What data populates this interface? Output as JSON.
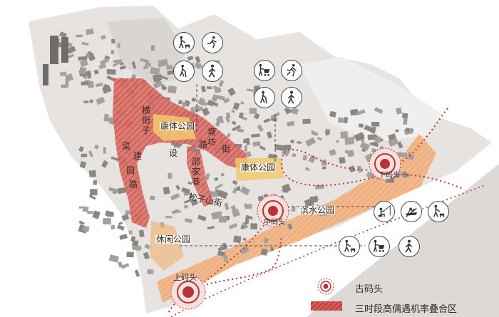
{
  "labels": {
    "kangti_park_1": "康体公园",
    "kangti_park_2": "康体公园",
    "binshui_park": "滨水公园",
    "xiuxian_park": "休闲公园",
    "xiamatou": "下码头",
    "zhongmatou": "中码头",
    "shangmatou": "上码头"
  },
  "streets": {
    "hengjiezi": [
      "横",
      "街",
      "子"
    ],
    "caiyuanjianshelu": [
      "菜",
      "建",
      "园",
      "路"
    ],
    "she": [
      "设"
    ],
    "tangfangjie": [
      "塘",
      "坊",
      "街"
    ],
    "lu": [
      "路"
    ],
    "shaojia": [
      "邵",
      "家",
      "巷"
    ],
    "songzishanjie": "松子山街"
  },
  "legend": {
    "old_dock": "古码头",
    "overlap_zone": "三时段高偶遇机率叠合区"
  },
  "colors": {
    "street_red": "#c9504f",
    "park_yellow": "#f2c96e",
    "waterfront_orange": "#f0a56b",
    "dock_red": "#b8323a",
    "building_gray": "#8a8785",
    "land_gray": "#e4e1de"
  },
  "icons": {
    "group_top_left": [
      "dog-walking-icon",
      "jogging-icon",
      "walking-cane-icon",
      "pedestrian-icon"
    ],
    "group_top_right": [
      "stroller-icon",
      "running-icon",
      "walking-cane-icon",
      "pedestrian-icon"
    ],
    "group_right_row1": [
      "fishing-icon",
      "rowing-icon",
      "dog-walking-icon"
    ],
    "group_right_row2": [
      "dog-walking-icon",
      "stroller-icon",
      "pedestrian-icon"
    ]
  }
}
